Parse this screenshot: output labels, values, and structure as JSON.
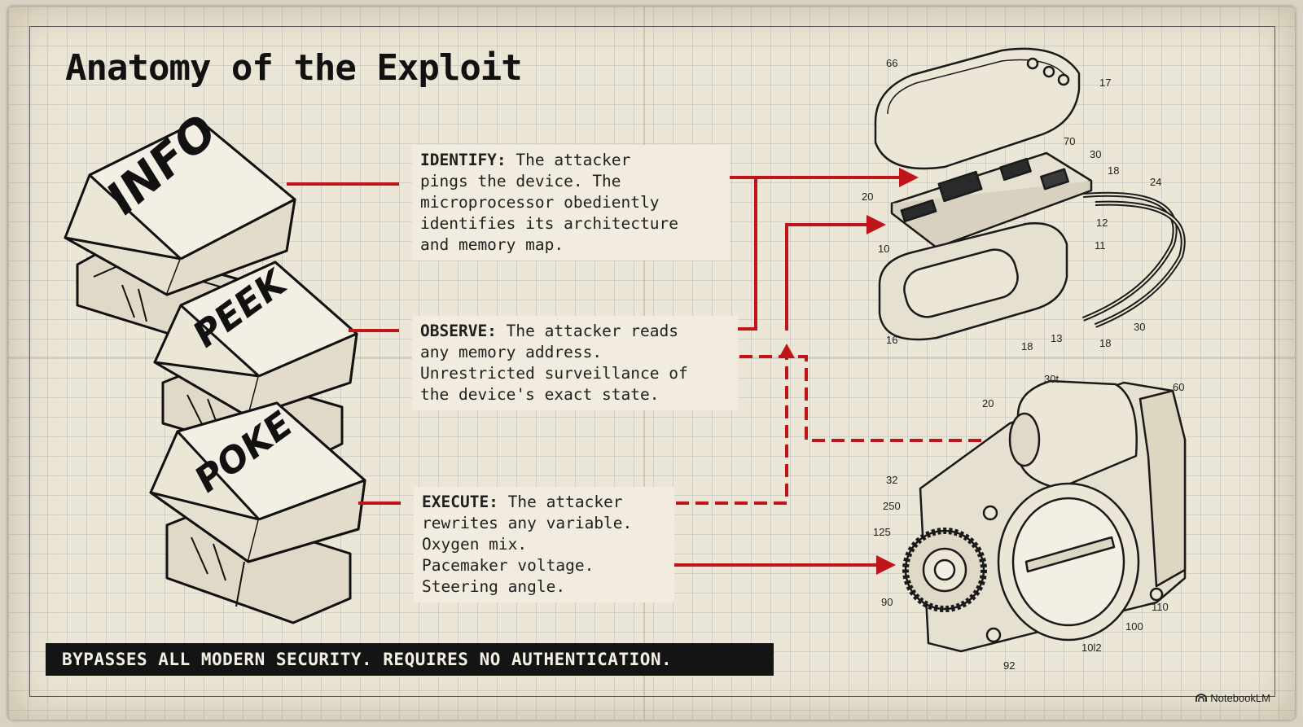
{
  "title": "Anatomy of the Exploit",
  "keys": [
    {
      "label": "INFO"
    },
    {
      "label": "PEEK"
    },
    {
      "label": "POKE"
    }
  ],
  "callouts": {
    "identify": {
      "heading": "IDENTIFY:",
      "lines": [
        "The attacker",
        "pings the device. The",
        "microprocessor obediently",
        "identifies its architecture",
        "and memory map."
      ]
    },
    "observe": {
      "heading": "OBSERVE:",
      "lines": [
        "The attacker reads",
        "any memory address.",
        "Unrestricted surveillance of",
        "the device's exact state."
      ]
    },
    "execute": {
      "heading": "EXECUTE:",
      "lines": [
        "The attacker",
        "rewrites any variable.",
        "Oxygen mix.",
        "Pacemaker voltage.",
        "Steering angle."
      ]
    }
  },
  "banner": "BYPASSES ALL MODERN SECURITY. REQUIRES NO AUTHENTICATION.",
  "brand": "NotebookLM",
  "device_labels": {
    "pacemaker": [
      "66",
      "17",
      "70",
      "30",
      "18",
      "24",
      "20",
      "12",
      "10",
      "11",
      "16",
      "18",
      "13",
      "18",
      "30"
    ],
    "throttle": [
      "30t",
      "60",
      "20",
      "32",
      "250",
      "125",
      "90",
      "110",
      "100",
      "10l2",
      "92"
    ]
  },
  "colors": {
    "accent": "#c0141b",
    "paper": "#ece6d6",
    "ink": "#111111",
    "banner_bg": "#141414"
  },
  "icons": {
    "brand": "notebooklm-logo-icon"
  }
}
